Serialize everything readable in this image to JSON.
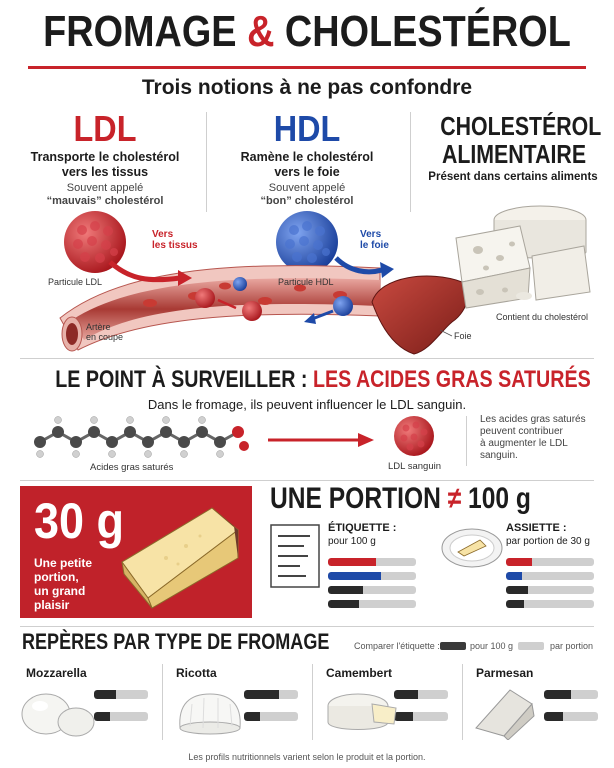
{
  "header": {
    "title_part1": "FROMAGE",
    "title_amp": "&",
    "title_part2": "CHOLESTÉROL",
    "subtitle": "Trois notions à ne pas confondre"
  },
  "ldl": {
    "heading": "LDL",
    "line1": "Transporte le cholestérol",
    "line2": "vers les tissus",
    "note1": "Souvent appelé",
    "note2": "“mauvais” cholestérol",
    "particle_label": "Particule LDL",
    "arrow_label1": "Vers",
    "arrow_label2": "les tissus"
  },
  "hdl": {
    "heading": "HDL",
    "line1": "Ramène le cholestérol",
    "line2": "vers le foie",
    "note1": "Souvent appelé",
    "note2": "“bon” cholestérol",
    "particle_label": "Particule HDL",
    "arrow_label1": "Vers",
    "arrow_label2": "le foie"
  },
  "alimentaire": {
    "heading1": "CHOLESTÉROL",
    "heading2": "ALIMENTAIRE",
    "sub": "Présent dans certains aliments",
    "cheese_label": "Contient du cholestérol"
  },
  "vessel": {
    "label1": "Artère",
    "label2": "en coupe",
    "liver_label": "Foie"
  },
  "surveiller": {
    "title_part1": "LE POINT À SURVEILLER :",
    "title_part2": "LES ACIDES GRAS SATURÉS",
    "subtitle": "Dans le fromage, ils peuvent influencer le LDL sanguin.",
    "molecule_label": "Acides gras saturés",
    "ldl_label": "LDL sanguin",
    "note1": "Les acides gras saturés",
    "note2": "peuvent contribuer",
    "note3": "à augmenter le LDL",
    "note4": "sanguin."
  },
  "portion": {
    "big": "30 g",
    "caption1": "Une petite",
    "caption2": "portion,",
    "caption3": "un grand",
    "caption4": "plaisir",
    "title_part1": "UNE PORTION",
    "title_neq": "≠",
    "title_part2": "100 g",
    "etiquette_title": "ÉTIQUETTE :",
    "etiquette_sub": "pour 100 g",
    "assiette_title": "ASSIETTE :",
    "assiette_sub": "par portion de 30 g",
    "etiquette_bars": [
      0.55,
      0.6,
      0.4,
      0.35
    ],
    "assiette_bars": [
      0.3,
      0.18,
      0.25,
      0.2
    ]
  },
  "reperes": {
    "title": "REPÈRES PAR TYPE DE FROMAGE",
    "legend_intro": "Comparer l'étiquette :",
    "legend_100": "pour 100 g",
    "legend_portion": "par portion",
    "cheeses": [
      {
        "name": "Mozzarella",
        "bars": [
          0.4,
          0.3
        ]
      },
      {
        "name": "Ricotta",
        "bars": [
          0.65,
          0.3
        ]
      },
      {
        "name": "Camembert",
        "bars": [
          0.45,
          0.35
        ]
      },
      {
        "name": "Parmesan",
        "bars": [
          0.5,
          0.35
        ]
      }
    ]
  },
  "footnote": "Les profils nutritionnels varient selon le produit et la portion.",
  "colors": {
    "red": "#c8232a",
    "blue": "#1e4aa8",
    "dark": "#2a2a2a",
    "gray": "#cfcfcf"
  }
}
